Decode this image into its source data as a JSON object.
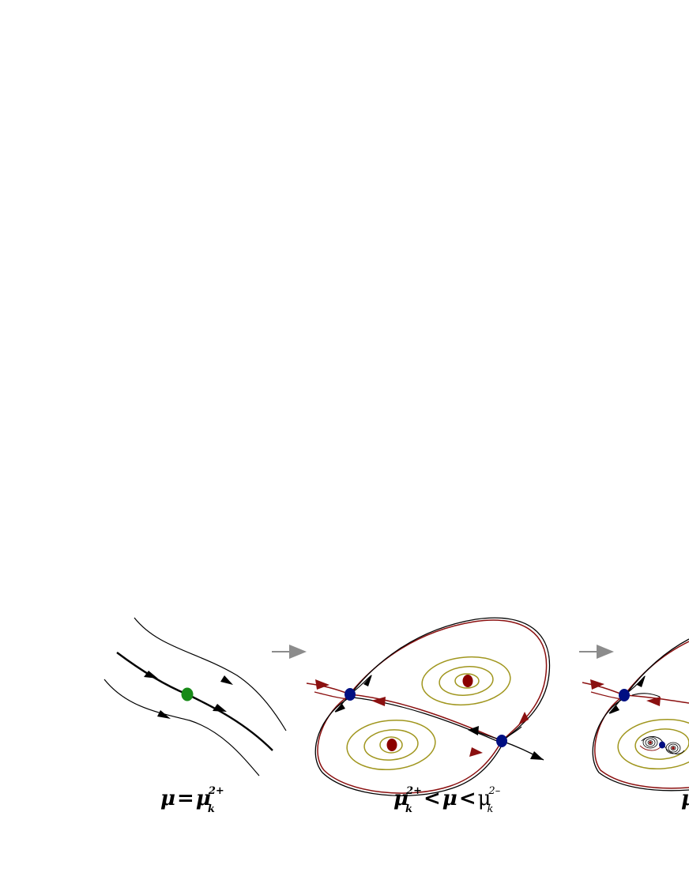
{
  "colors": {
    "background": "#ffffff",
    "trajectory": "#000000",
    "separatrix_red": "#8b1010",
    "orbit_olive": "#a0961e",
    "saddle_blue": "#000f82",
    "center_red": "#8b0000",
    "nonhyperbolic_green": "#178a17",
    "step_arrow_gray": "#8c8c8c"
  },
  "icons": {
    "step_arrow": "right-arrow-icon"
  },
  "panels": [
    {
      "label": {
        "mu": "μ",
        "eq": "=",
        "mu2": "μ",
        "sub": "k",
        "sup": "2+"
      }
    },
    {
      "label": {
        "mu1": "μ",
        "sub1": "k",
        "sup1": "2+",
        "lt1": "<",
        "mu2": "μ",
        "lt2": "<",
        "mu3": "μ",
        "sub3": "k",
        "sup3": "2–"
      }
    },
    {
      "label": {
        "mu": "μ"
      }
    }
  ]
}
